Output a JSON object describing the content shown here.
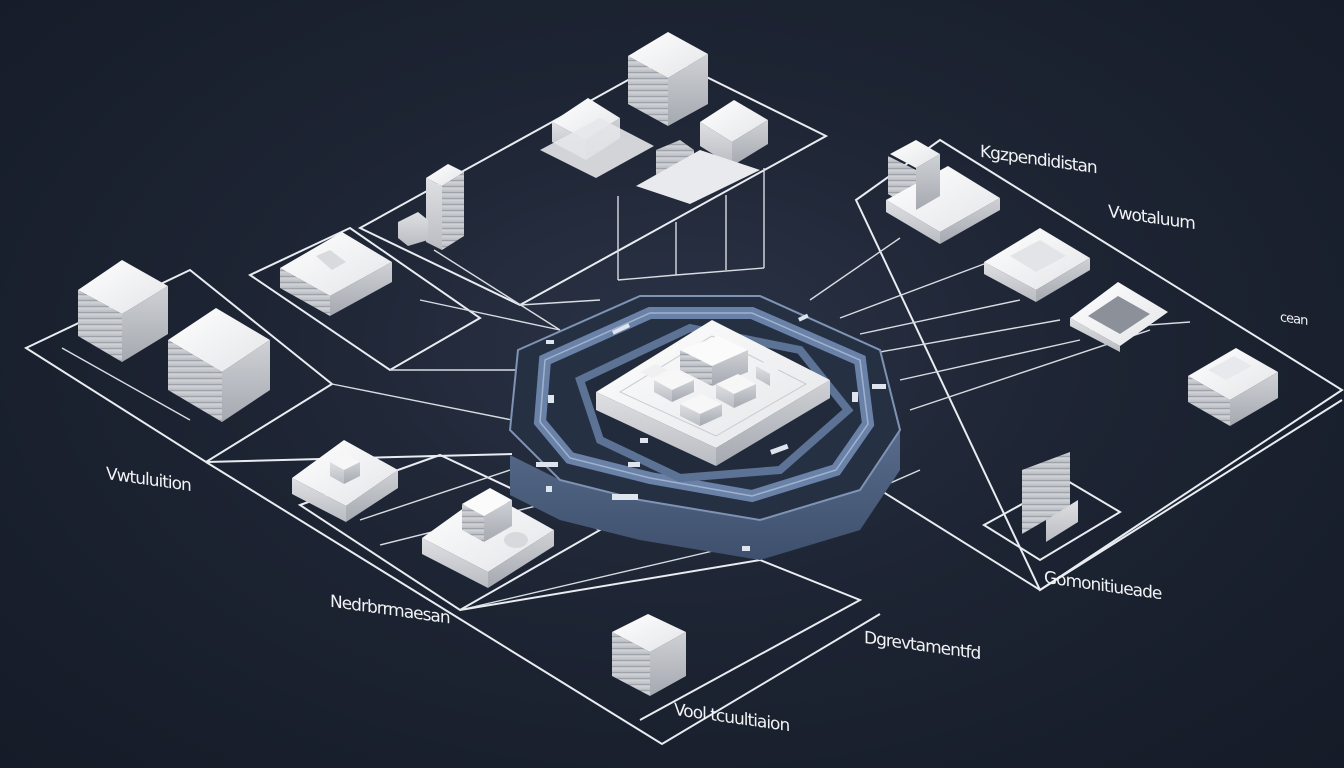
{
  "colors": {
    "background": "#1b2230",
    "wire": "#e9ecf1",
    "hub_ring": "#5d7395",
    "block_top": "#f4f4f4",
    "block_side": "#c9cbcf"
  },
  "labels": {
    "top_right_1": "Kgzpendidistan",
    "top_right_2": "Vwotaluum",
    "right_small": "cean",
    "left": "Vwtuluition",
    "bottom_left": "Nedrbrrmaesan",
    "bottom_center": "Vool tcuultiaion",
    "bottom_mid": "Dgrevtamentfd",
    "bottom_right": "Gomonitiueade"
  }
}
